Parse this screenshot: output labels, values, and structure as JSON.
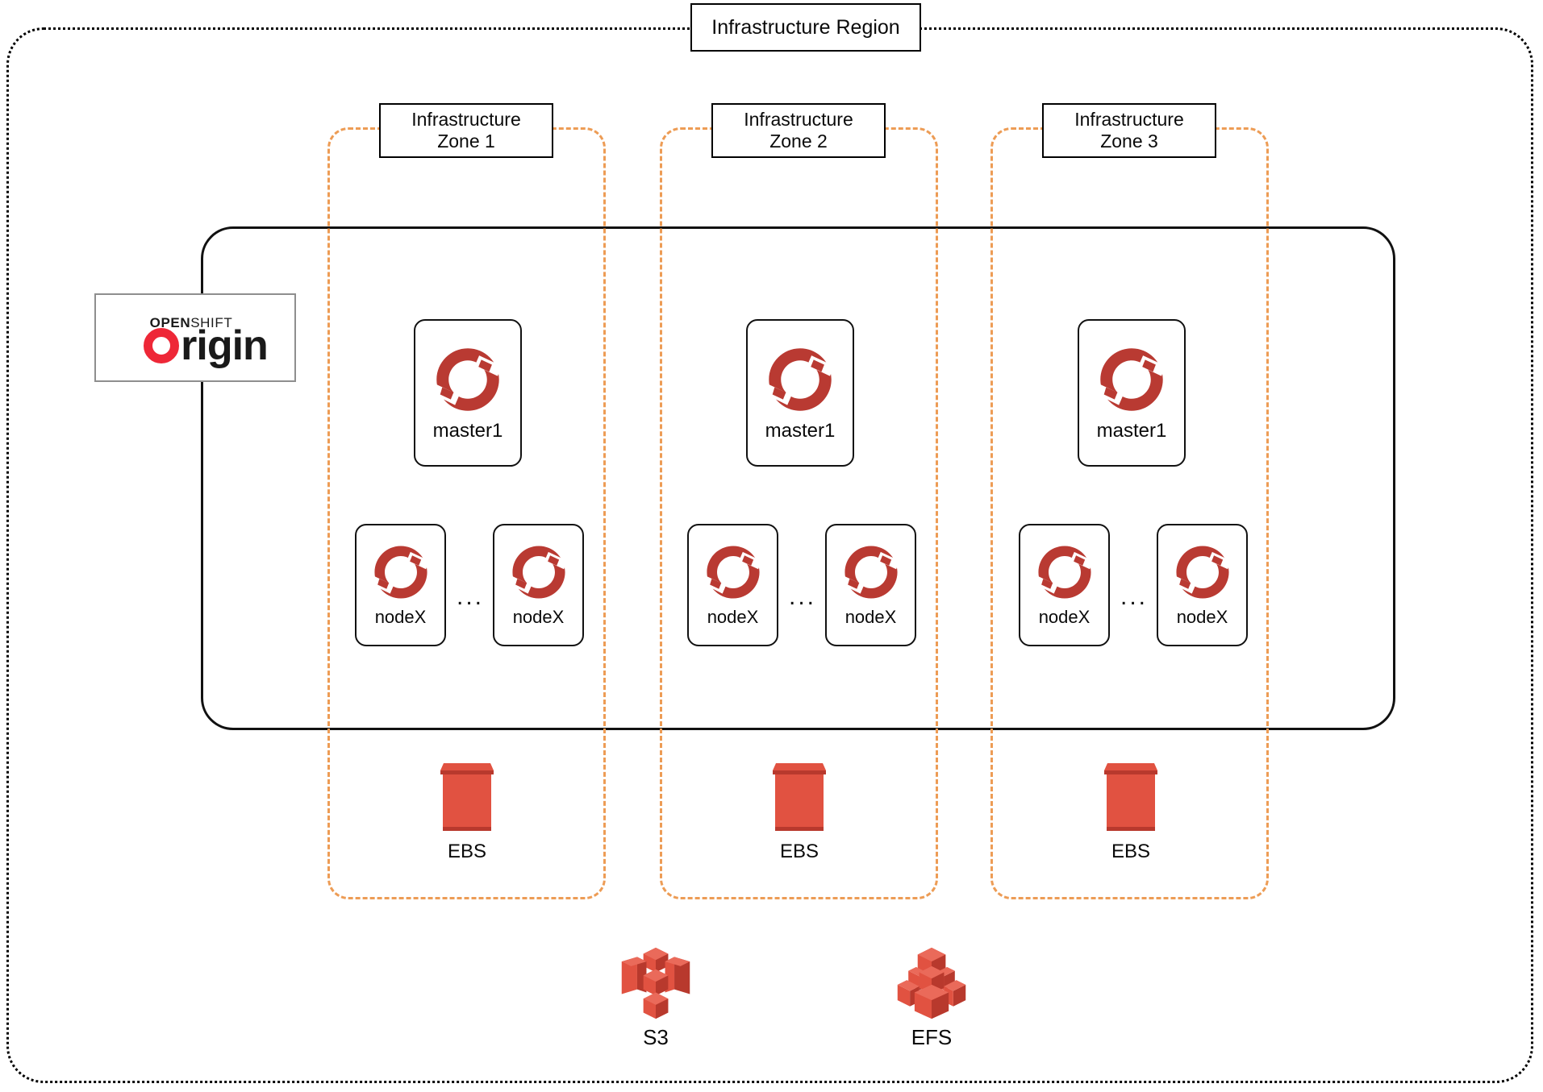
{
  "region": {
    "title": "Infrastructure Region"
  },
  "zones": [
    {
      "title_line1": "Infrastructure",
      "title_line2": "Zone 1",
      "master": {
        "label": "master1",
        "icon": "openshift-icon"
      },
      "workers": [
        {
          "label": "nodeX",
          "icon": "openshift-icon"
        },
        {
          "label": "nodeX",
          "icon": "openshift-icon"
        }
      ],
      "ellipsis": "...",
      "storage": {
        "label": "EBS",
        "icon": "ebs-volume-icon"
      }
    },
    {
      "title_line1": "Infrastructure",
      "title_line2": "Zone 2",
      "master": {
        "label": "master1",
        "icon": "openshift-icon"
      },
      "workers": [
        {
          "label": "nodeX",
          "icon": "openshift-icon"
        },
        {
          "label": "nodeX",
          "icon": "openshift-icon"
        }
      ],
      "ellipsis": "...",
      "storage": {
        "label": "EBS",
        "icon": "ebs-volume-icon"
      }
    },
    {
      "title_line1": "Infrastructure",
      "title_line2": "Zone 3",
      "master": {
        "label": "master1",
        "icon": "openshift-icon"
      },
      "workers": [
        {
          "label": "nodeX",
          "icon": "openshift-icon"
        },
        {
          "label": "nodeX",
          "icon": "openshift-icon"
        }
      ],
      "ellipsis": "...",
      "storage": {
        "label": "EBS",
        "icon": "ebs-volume-icon"
      }
    }
  ],
  "cluster": {
    "logo": {
      "top_bold": "OPEN",
      "top_light": "SHIFT",
      "word": "rigin",
      "icon": "openshift-origin-logo"
    }
  },
  "shared_storage": [
    {
      "label": "S3",
      "icon": "aws-s3-icon"
    },
    {
      "label": "EFS",
      "icon": "aws-efs-icon"
    }
  ],
  "colors": {
    "openshift_red": "#b93a32",
    "logo_red": "#ee2737",
    "aws_red": "#e15241",
    "aws_red_dark": "#b8392d",
    "aws_red_light": "#ea6a5a",
    "zone_orange": "#ed9c55",
    "region_border": "#000000",
    "cluster_border": "#111111"
  }
}
